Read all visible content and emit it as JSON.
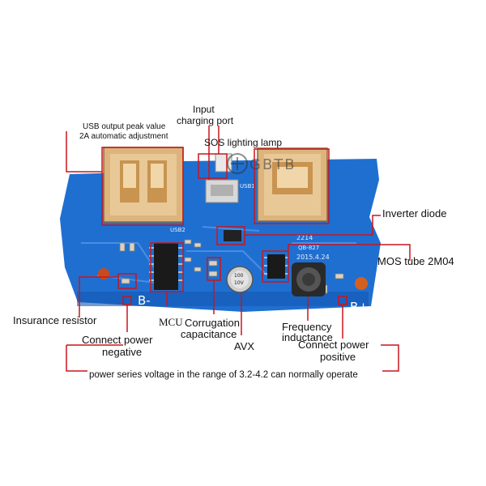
{
  "labels": {
    "usb_output_line1": "USB output peak value",
    "usb_output_line2": "2A automatic adjustment",
    "input_port_line1": "Input",
    "input_port_line2": "charging port",
    "sos_lamp": "SOS lighting lamp",
    "inverter_diode": "Inverter diode",
    "mos_tube": "MOS  tube 2M04",
    "insurance_resistor": "Insurance resistor",
    "connect_negative_line1": "Connect power",
    "connect_negative_line2": "negative",
    "mcu": "MCU",
    "corrugation_line1": "Corrugation",
    "corrugation_line2": "capacitance",
    "avx": "AVX",
    "frequency_line1": "Frequency",
    "frequency_line2": "inductance",
    "connect_positive_line1": "Connect power",
    "connect_positive_line2": "positive",
    "footer": "power series voltage in the range of 3.2-4.2 can normally operate"
  },
  "board": {
    "b_minus": "B-",
    "b_plus": "B+",
    "silk_2214": "2214",
    "silk_model": "QB-827",
    "silk_date": "2015.4.24",
    "usb1": "USB1",
    "usb2": "USB2",
    "usb_right": "USB1",
    "cap_text1": "100",
    "cap_text2": "10V",
    "watermark": "GBTB"
  },
  "colors": {
    "pcb": "#1f6fd1",
    "pcb_dark": "#1658b0",
    "callout": "#c8161d",
    "usb_metal": "#d9b27a"
  }
}
